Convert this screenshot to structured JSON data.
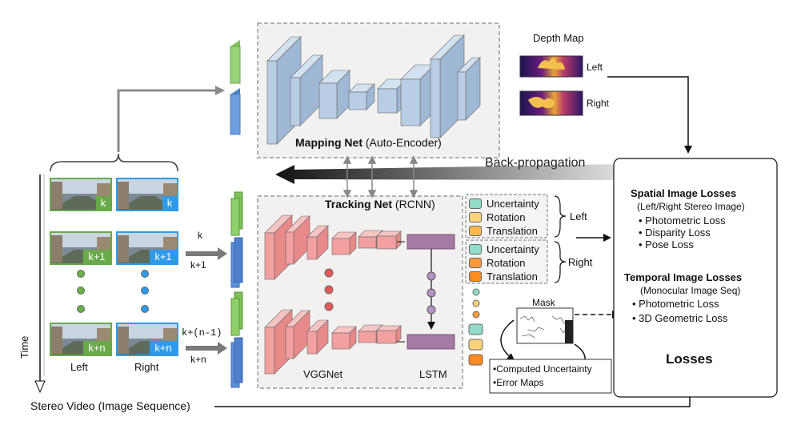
{
  "mapping_net": {
    "title_bold": "Mapping Net",
    "title_rest": "(Auto-Encoder)"
  },
  "tracking_net": {
    "title_bold": "Tracking Net",
    "title_rest": "(RCNN)",
    "vgg_label": "VGGNet",
    "lstm_label": "LSTM"
  },
  "depth_map": {
    "title": "Depth Map",
    "left": "Left",
    "right": "Right"
  },
  "backprop_label": "Back-propagation",
  "outputs": {
    "left_group": {
      "label": "Left",
      "items": [
        "Uncertainty",
        "Rotation",
        "Translation"
      ]
    },
    "right_group": {
      "label": "Right",
      "items": [
        "Uncertainty",
        "Rotation",
        "Translation"
      ]
    },
    "colors": {
      "uncertainty": "#8fdcc8",
      "rotation_left": "#ffd27a",
      "translation_left": "#ffb84d",
      "rotation_right": "#ff9a3c",
      "translation_right": "#ff8a1f"
    }
  },
  "losses": {
    "spatial_title": "Spatial Image Losses",
    "spatial_sub": "(Left/Right Stereo Image)",
    "spatial_items": [
      "Photometric Loss",
      "Disparity Loss",
      "Pose Loss"
    ],
    "temporal_title": "Temporal Image Losses",
    "temporal_sub": "(Monocular Image Seq)",
    "temporal_items": [
      "Photometric Loss",
      "3D Geometric Loss"
    ],
    "box_title": "Losses"
  },
  "mask": {
    "title": "Mask",
    "items": [
      "Computed Uncertainty",
      "Error Maps"
    ]
  },
  "frames": {
    "tags": [
      "k",
      "k",
      "k+1",
      "k+1",
      "k+n",
      "k+n"
    ],
    "left_label": "Left",
    "right_label": "Right",
    "time_label": "Time",
    "input_labels": [
      "k",
      "k+1",
      "k+(n-1)",
      "k+n"
    ]
  },
  "stereo_video_label": "Stereo Video  (Image Sequence)",
  "colors": {
    "left_accent": "#6aaa4a",
    "right_accent": "#2f9be8",
    "encoder": "#b9cde4",
    "vgg": "#f2a0a0",
    "lstm": "#a47ba3"
  }
}
